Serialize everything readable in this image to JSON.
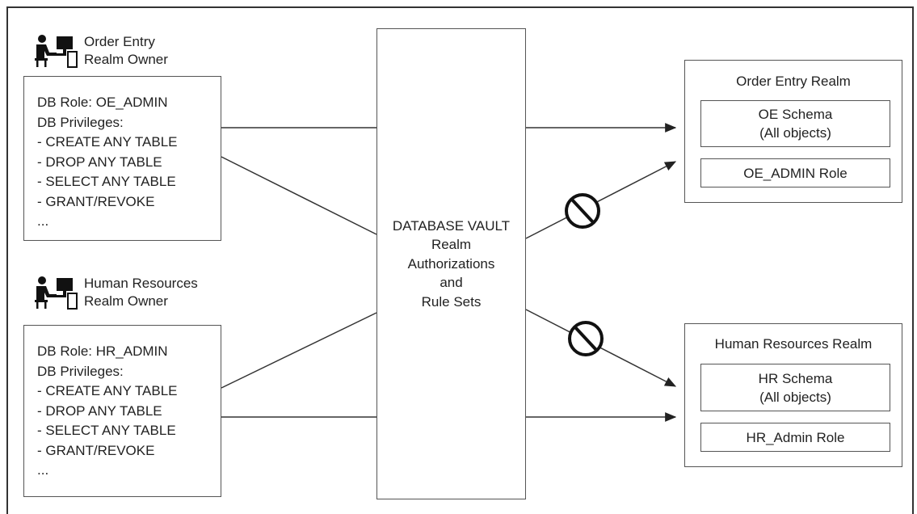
{
  "owners": {
    "oe": {
      "line1": "Order Entry",
      "line2": "Realm Owner"
    },
    "hr": {
      "line1": "Human Resources",
      "line2": "Realm Owner"
    }
  },
  "role_boxes": {
    "oe": {
      "role": "DB Role: OE_ADMIN",
      "privileges_header": "DB Privileges:",
      "privileges": [
        "- CREATE ANY TABLE",
        "- DROP ANY TABLE",
        "- SELECT ANY TABLE",
        "- GRANT/REVOKE",
        "..."
      ]
    },
    "hr": {
      "role": "DB Role: HR_ADMIN",
      "privileges_header": "DB Privileges:",
      "privileges": [
        "- CREATE ANY TABLE",
        "- DROP ANY TABLE",
        "- SELECT ANY TABLE",
        "- GRANT/REVOKE",
        "..."
      ]
    }
  },
  "vault": {
    "lines": [
      "DATABASE VAULT",
      "Realm",
      "Authorizations",
      "and",
      "Rule Sets"
    ]
  },
  "realms": {
    "oe": {
      "title": "Order Entry Realm",
      "schema_line1": "OE Schema",
      "schema_line2": "(All objects)",
      "role": "OE_ADMIN Role"
    },
    "hr": {
      "title": "Human Resources Realm",
      "schema_line1": "HR Schema",
      "schema_line2": "(All objects)",
      "role": "HR_Admin Role"
    }
  },
  "icons": {
    "owner": "person-at-computer-icon",
    "blocked": "prohibited-icon"
  }
}
